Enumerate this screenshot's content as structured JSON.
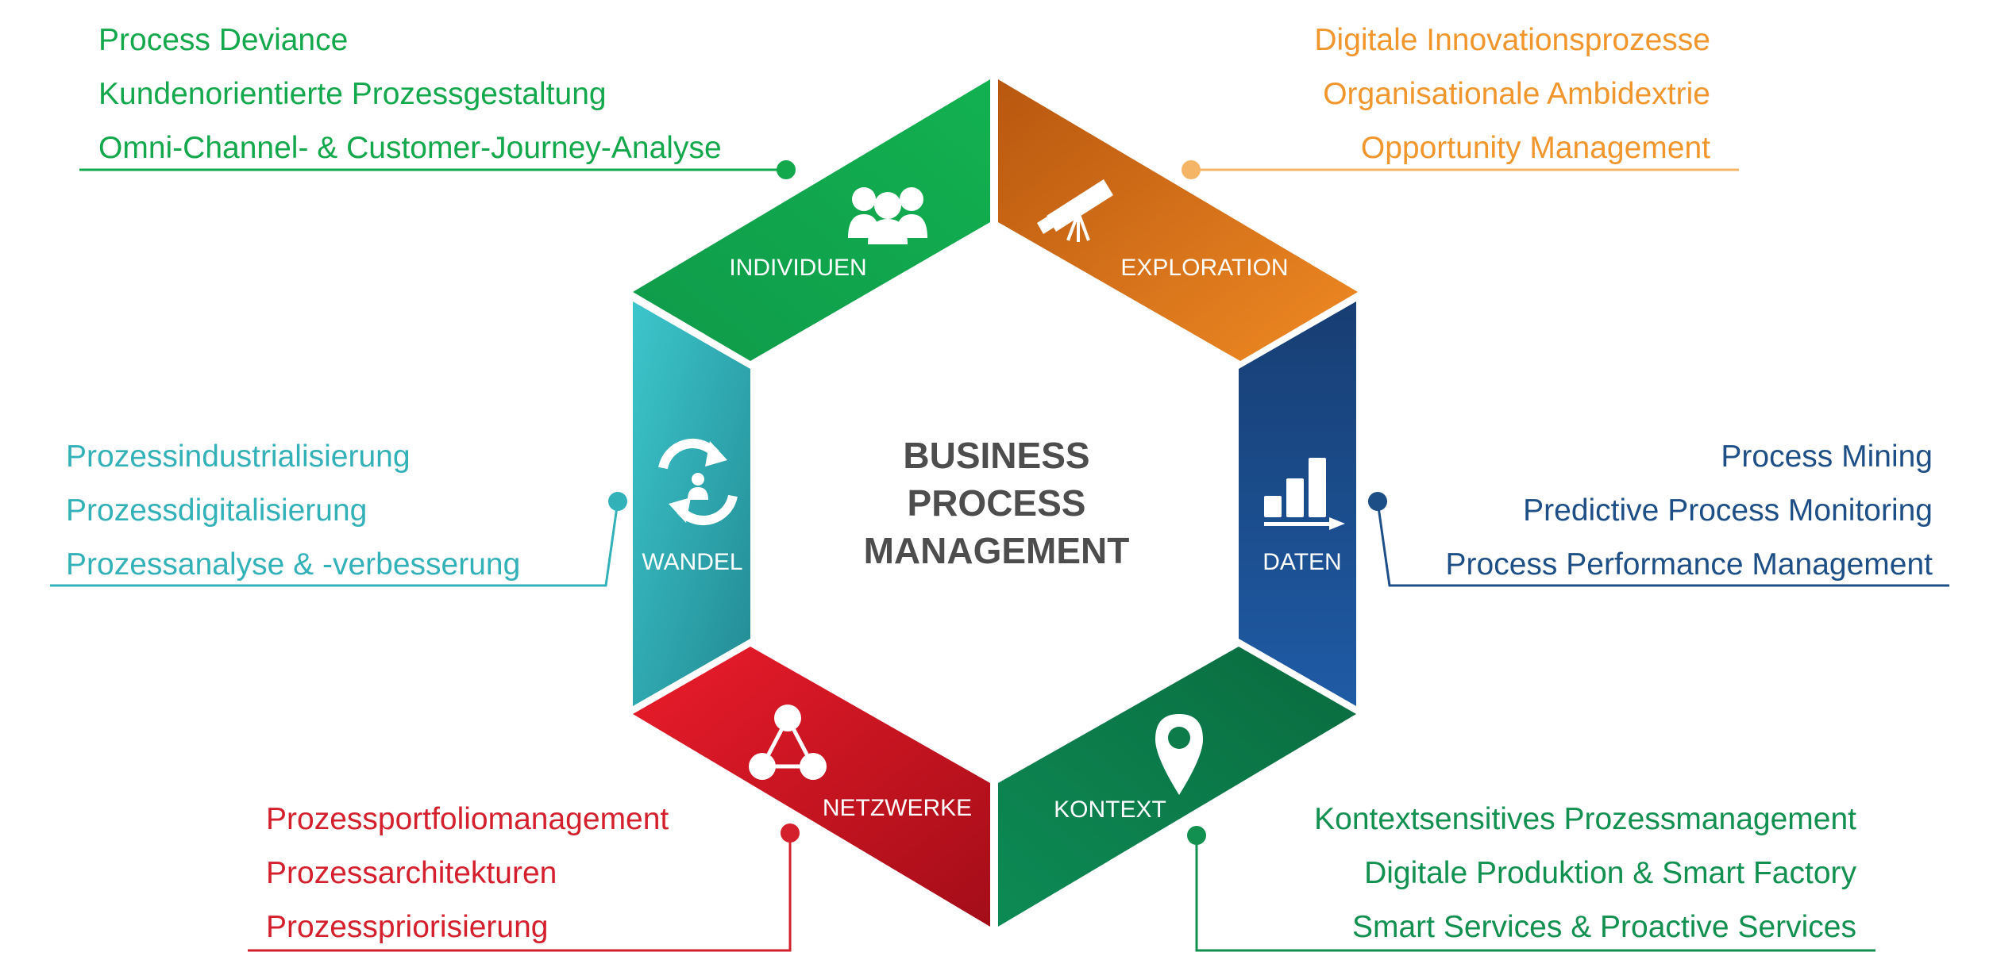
{
  "center": {
    "line1": "BUSINESS",
    "line2": "PROCESS",
    "line3": "MANAGEMENT"
  },
  "segments": {
    "individuen": {
      "label": "INDIVIDUEN",
      "icon": "people-group-icon",
      "color": "#13a84b"
    },
    "exploration": {
      "label": "EXPLORATION",
      "icon": "telescope-icon",
      "color": "#e8771f"
    },
    "daten": {
      "label": "DATEN",
      "icon": "bar-chart-icon",
      "color": "#1f4f8f"
    },
    "kontext": {
      "label": "KONTEXT",
      "icon": "map-pin-icon",
      "color": "#0d7b4a"
    },
    "netzwerke": {
      "label": "NETZWERKE",
      "icon": "network-triangle-icon",
      "color": "#cf1425"
    },
    "wandel": {
      "label": "WANDEL",
      "icon": "cycle-person-icon",
      "color": "#33aab2"
    }
  },
  "lists": {
    "individuen": {
      "color": "#13a84b",
      "items": [
        "Process Deviance",
        "Kundenorientierte Prozessgestaltung",
        "Omni-Channel- & Customer-Journey-Analyse"
      ]
    },
    "exploration": {
      "color": "#f0962c",
      "items": [
        "Digitale Innovationsprozesse",
        "Organisationale Ambidextrie",
        "Opportunity Management"
      ]
    },
    "wandel": {
      "color": "#33b1b8",
      "items": [
        "Prozessindustrialisierung",
        "Prozessdigitalisierung",
        "Prozessanalyse & -verbesserung"
      ]
    },
    "daten": {
      "color": "#1d4f86",
      "items": [
        "Process Mining",
        "Predictive Process Monitoring",
        "Process Performance Management"
      ]
    },
    "netzwerke": {
      "color": "#d4202c",
      "items": [
        "Prozessportfoliomanagement",
        "Prozessarchitekturen",
        "Prozesspriorisierung"
      ]
    },
    "kontext": {
      "color": "#11904f",
      "items": [
        "Kontextsensitives Prozessmanagement",
        "Digitale Produktion & Smart Factory",
        "Smart Services & Proactive Services"
      ]
    }
  }
}
